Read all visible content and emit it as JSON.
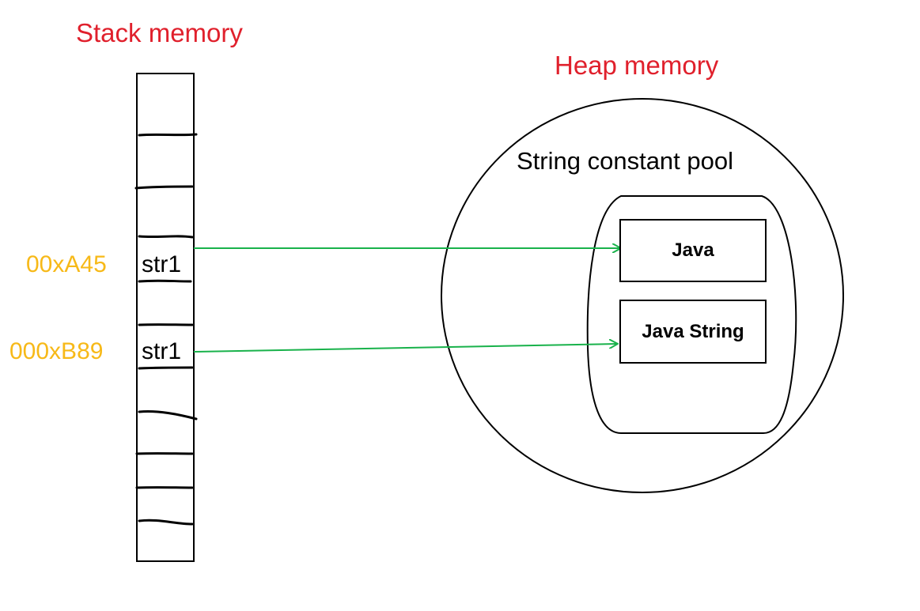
{
  "stack": {
    "title": "Stack memory",
    "slots": [
      {
        "address": "00xA45",
        "name": "str1"
      },
      {
        "address": "000xB89",
        "name": "str1"
      }
    ]
  },
  "heap": {
    "title": "Heap memory",
    "pool_title": "String constant pool",
    "strings": [
      "Java",
      "Java String"
    ]
  },
  "colors": {
    "title": "#e0202c",
    "address": "#f7b918",
    "arrow": "#19b24b",
    "stroke": "#000000"
  }
}
